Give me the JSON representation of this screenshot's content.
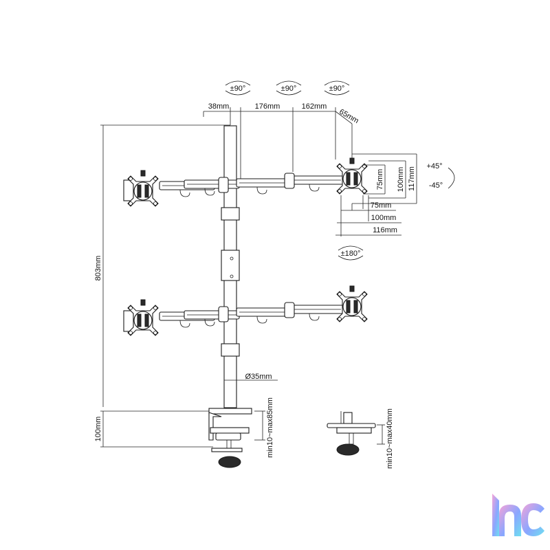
{
  "rotations": {
    "joint1": "±90°",
    "joint2": "±90°",
    "joint3": "±90°",
    "swivel": "±180°",
    "tilt_up": "+45°",
    "tilt_down": "-45°"
  },
  "arm_dims": {
    "d1": "38mm",
    "d2": "176mm",
    "d3": "162mm",
    "d4": "65mm"
  },
  "vesa": {
    "h75": "75mm",
    "h100": "100mm",
    "h117": "117mm",
    "w75": "75mm",
    "w100": "100mm",
    "w116": "116mm"
  },
  "pole": {
    "height": "803mm",
    "diameter": "Ø35mm"
  },
  "clamp": {
    "height": "100mm",
    "range_a": "min10~max85mm",
    "range_b": "min10~max40mm"
  },
  "colors": {
    "line": "#1a1a1a",
    "logo_gradient": [
      "#f5a3d8",
      "#8aa6ff",
      "#6fe0f0"
    ]
  },
  "logo": {
    "icon": "brand-logo-icon"
  }
}
